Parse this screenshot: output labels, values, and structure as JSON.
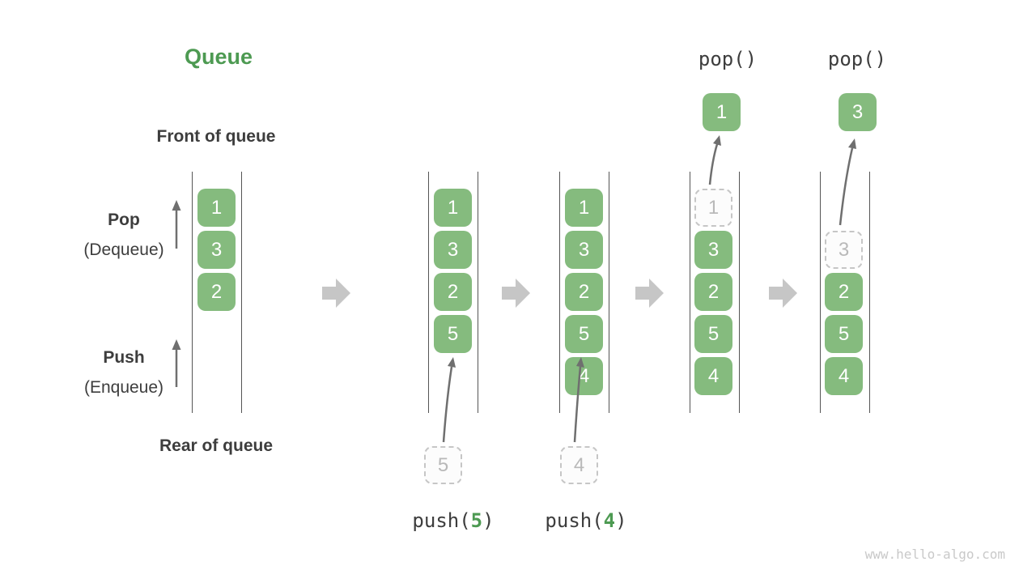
{
  "title": "Queue",
  "side_labels": {
    "front": "Front of queue",
    "rear": "Rear of queue",
    "pop": "Pop",
    "pop_sub": "(Dequeue)",
    "push": "Push",
    "push_sub": "(Enqueue)"
  },
  "columns": [
    {
      "slots": [
        "1",
        "3",
        "2"
      ]
    },
    {
      "slots": [
        "1",
        "3",
        "2",
        "5"
      ],
      "incoming": "5",
      "op_fn": "push(",
      "op_arg": "5",
      "op_close": ")"
    },
    {
      "slots": [
        "1",
        "3",
        "2",
        "5",
        "4"
      ],
      "incoming": "4",
      "op_fn": "push(",
      "op_arg": "4",
      "op_close": ")"
    },
    {
      "ghost": "1",
      "slots": [
        "3",
        "2",
        "5",
        "4"
      ],
      "popped": "1",
      "op": "pop()"
    },
    {
      "ghost": "3",
      "slots": [
        "2",
        "5",
        "4"
      ],
      "popped": "3",
      "op": "pop()"
    }
  ],
  "watermark": "www.hello-algo.com",
  "colors": {
    "green_box": "#85BB7E",
    "green_text": "#4D9A52",
    "text": "#3D3D3D",
    "line": "#555555",
    "flow_arrow": "#C6C6C6",
    "thin_arrow": "#6F6F6F",
    "ghost_border": "#C6C6C6",
    "ghost_bg": "#FCFCFC",
    "ghost_text": "#B9B9B9",
    "watermark": "#C9C9C9"
  }
}
